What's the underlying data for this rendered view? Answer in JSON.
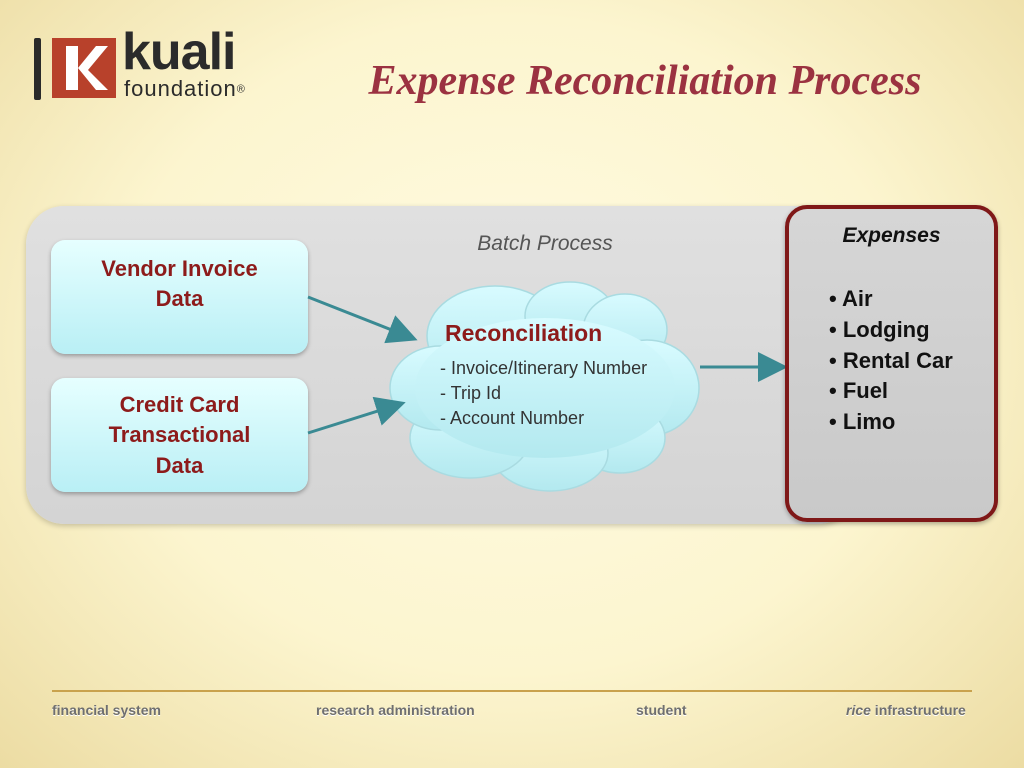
{
  "logo": {
    "name": "kuali",
    "sub": "foundation",
    "reg": "®",
    "colors": {
      "mark": "#b8412b",
      "text": "#2b2b2b"
    }
  },
  "title": "Expense Reconciliation Process",
  "batch": {
    "label": "Batch Process"
  },
  "inputs": [
    {
      "lines": [
        "Vendor Invoice",
        "Data"
      ]
    },
    {
      "lines": [
        "Credit Card",
        "Transactional",
        "Data"
      ]
    }
  ],
  "reconciliation": {
    "title": "Reconciliation",
    "items": [
      "- Invoice/Itinerary Number",
      "- Trip Id",
      "- Account Number"
    ]
  },
  "expenses": {
    "title": "Expenses",
    "items": [
      "• Air",
      "• Lodging",
      "• Rental Car",
      "• Fuel",
      "• Limo"
    ]
  },
  "footer": {
    "financial": "financial system",
    "research": "research administration",
    "student": "student",
    "rice_prefix": "rice",
    "rice_suffix": " infrastructure"
  },
  "colors": {
    "title": "#9b3241",
    "box_text": "#8d1b1b",
    "arrow": "#3a8a93",
    "expenses_border": "#7f1818",
    "footer_rule": "#c9a24d"
  }
}
